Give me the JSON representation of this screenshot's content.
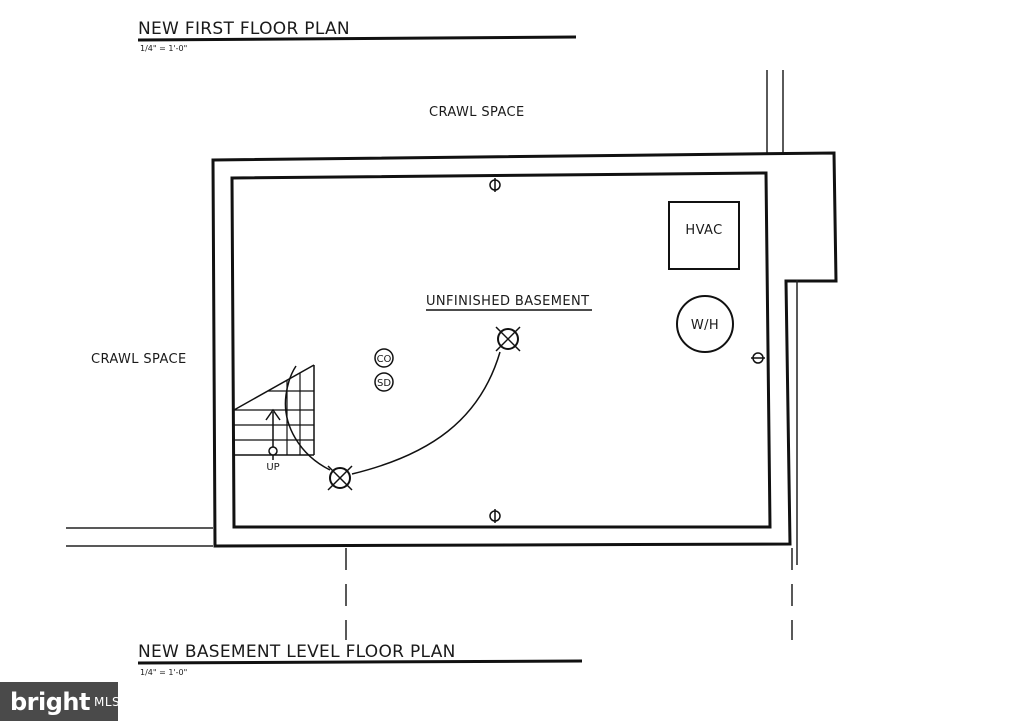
{
  "titles": {
    "top_title": "NEW FIRST FLOOR PLAN",
    "top_scale": "1/4\" = 1'-0\"",
    "bottom_title": "NEW BASEMENT LEVEL FLOOR PLAN",
    "bottom_scale": "1/4\" = 1'-0\""
  },
  "labels": {
    "crawl_space_top": "CRAWL SPACE",
    "crawl_space_left": "CRAWL SPACE",
    "room_name": "UNFINISHED BASEMENT",
    "hvac": "HVAC",
    "water_heater": "W/H",
    "co_detector": "CO",
    "smoke_detector": "SD",
    "stair_direction": "UP"
  },
  "watermark": {
    "brand": "bright",
    "suffix": "MLS"
  }
}
